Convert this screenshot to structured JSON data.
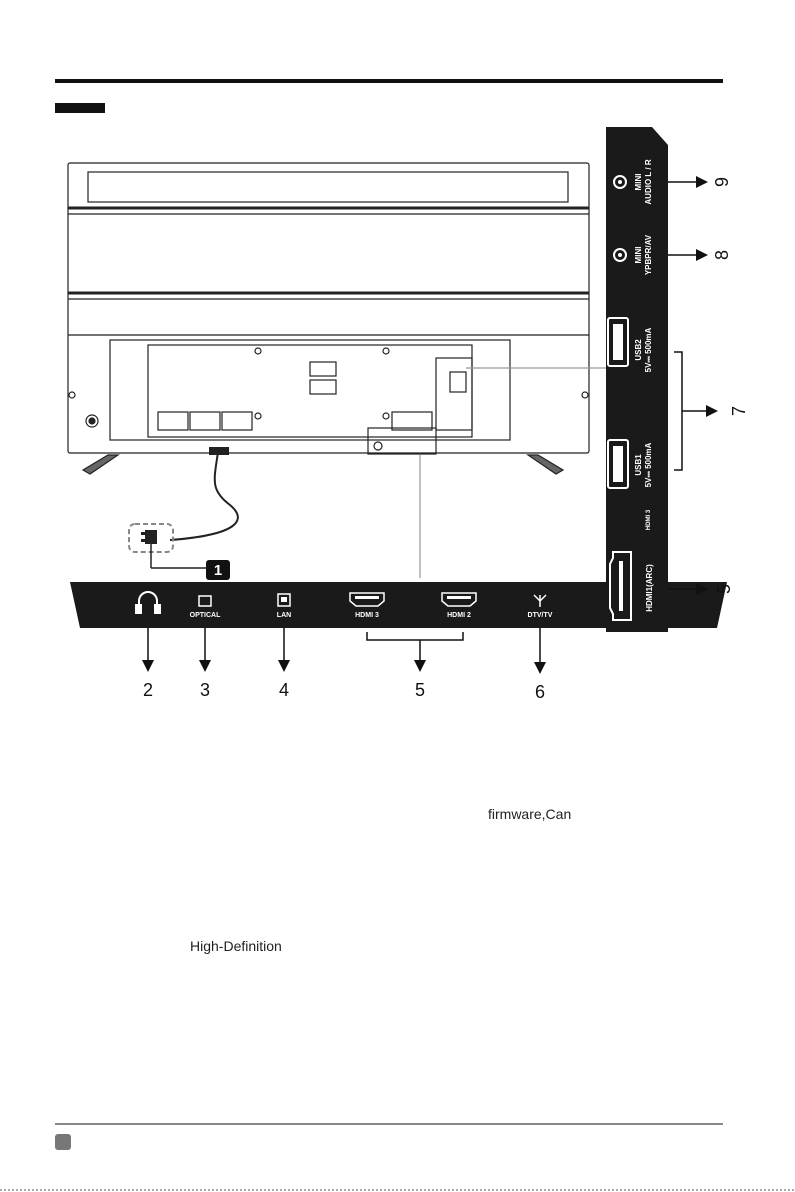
{
  "diagram": {
    "back_panel_labels": {
      "headphone": "",
      "optical": "OPTICAL",
      "lan": "LAN",
      "hdmi3": "HDMI 3",
      "hdmi2": "HDMI 2",
      "dtv": "DTV/TV"
    },
    "side_panel_labels": {
      "mini_audio_l1": "MINI",
      "mini_audio_l2": "AUDIO L / R",
      "mini_av_l1": "MINI",
      "mini_av_l2": "YPBPR/AV",
      "usb2_l1": "USB2",
      "usb2_l2": "5V⎓ 500mA",
      "usb1_l1": "USB1",
      "usb1_l2": "5V⎓ 500mA",
      "hdmi3_side": "HDMI 3",
      "hdmi1": "HDMI1(ARC)"
    },
    "callouts": {
      "c1": "1",
      "c2": "2",
      "c3": "3",
      "c4": "4",
      "c5": "5",
      "c6": "6",
      "c7": "7",
      "c8": "8",
      "c9": "9",
      "c5_side": "5"
    }
  },
  "body_text": {
    "fragment_1": "firmware,Can",
    "fragment_2": "High-Definition"
  }
}
